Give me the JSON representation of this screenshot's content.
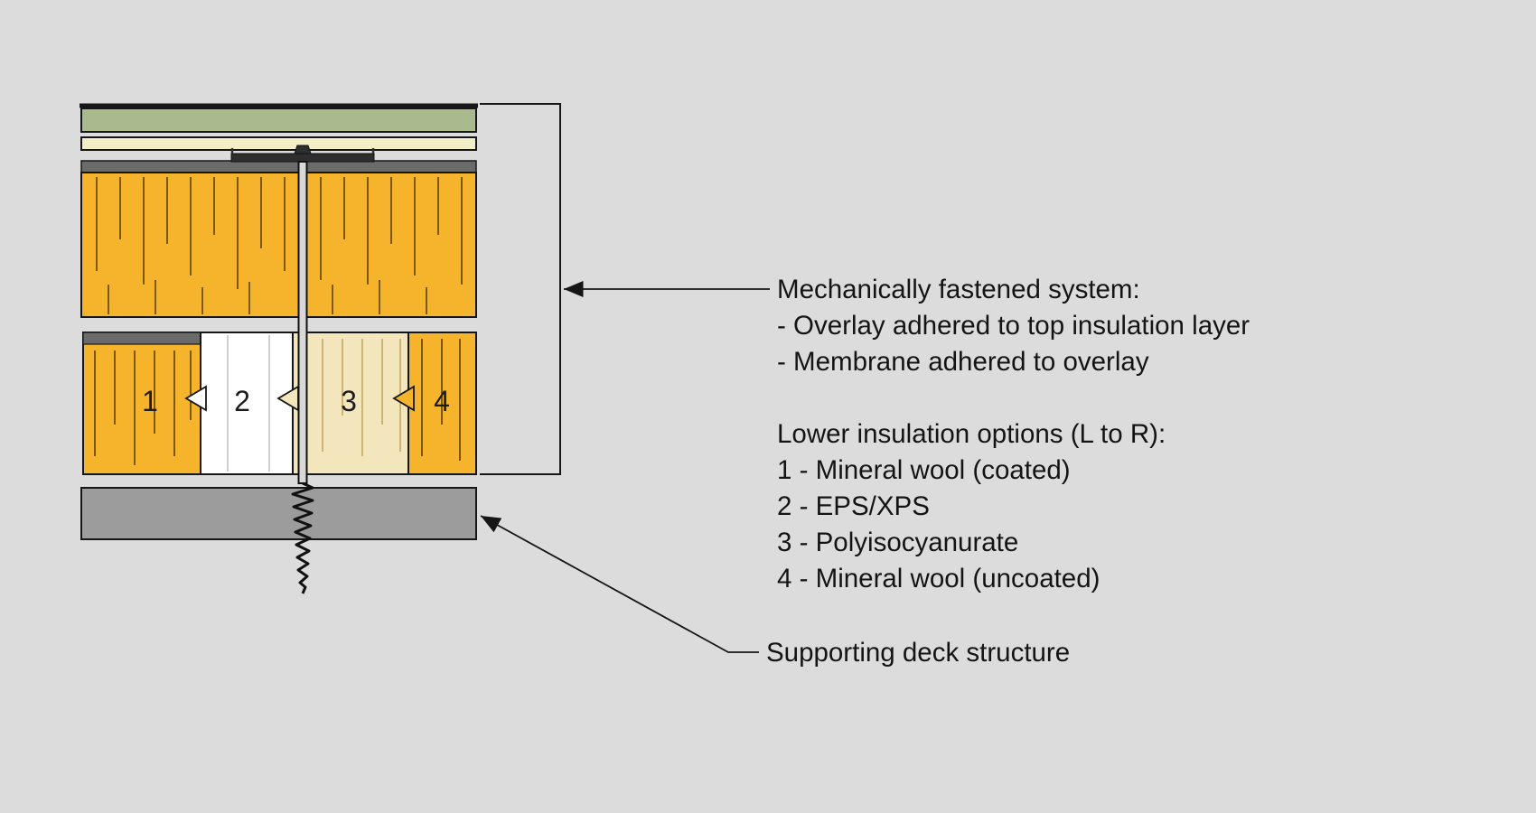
{
  "page": {
    "background": "#dcdcdc",
    "text_color": "#141414"
  },
  "diagram": {
    "section_labels": [
      "1",
      "2",
      "3",
      "4"
    ],
    "colors": {
      "membrane": "#a9ba8e",
      "overlay": "#f2eec6",
      "facer": "#6b6b6b",
      "mineral_wool": "#f6b42c",
      "eps": "#ffffff",
      "polyiso": "#f3e6bd",
      "deck": "#9c9c9c",
      "outline": "#161616"
    }
  },
  "annotations": {
    "system": {
      "title": "Mechanically fastened system:",
      "bullets": [
        "- Overlay adhered to top insulation layer",
        "- Membrane adhered to overlay"
      ]
    },
    "options": {
      "title": "Lower insulation options (L to R):",
      "items": [
        "1 - Mineral wool (coated)",
        "2 - EPS/XPS",
        "3 - Polyisocyanurate",
        "4 - Mineral wool (uncoated)"
      ]
    },
    "deck_label": "Supporting deck structure"
  }
}
